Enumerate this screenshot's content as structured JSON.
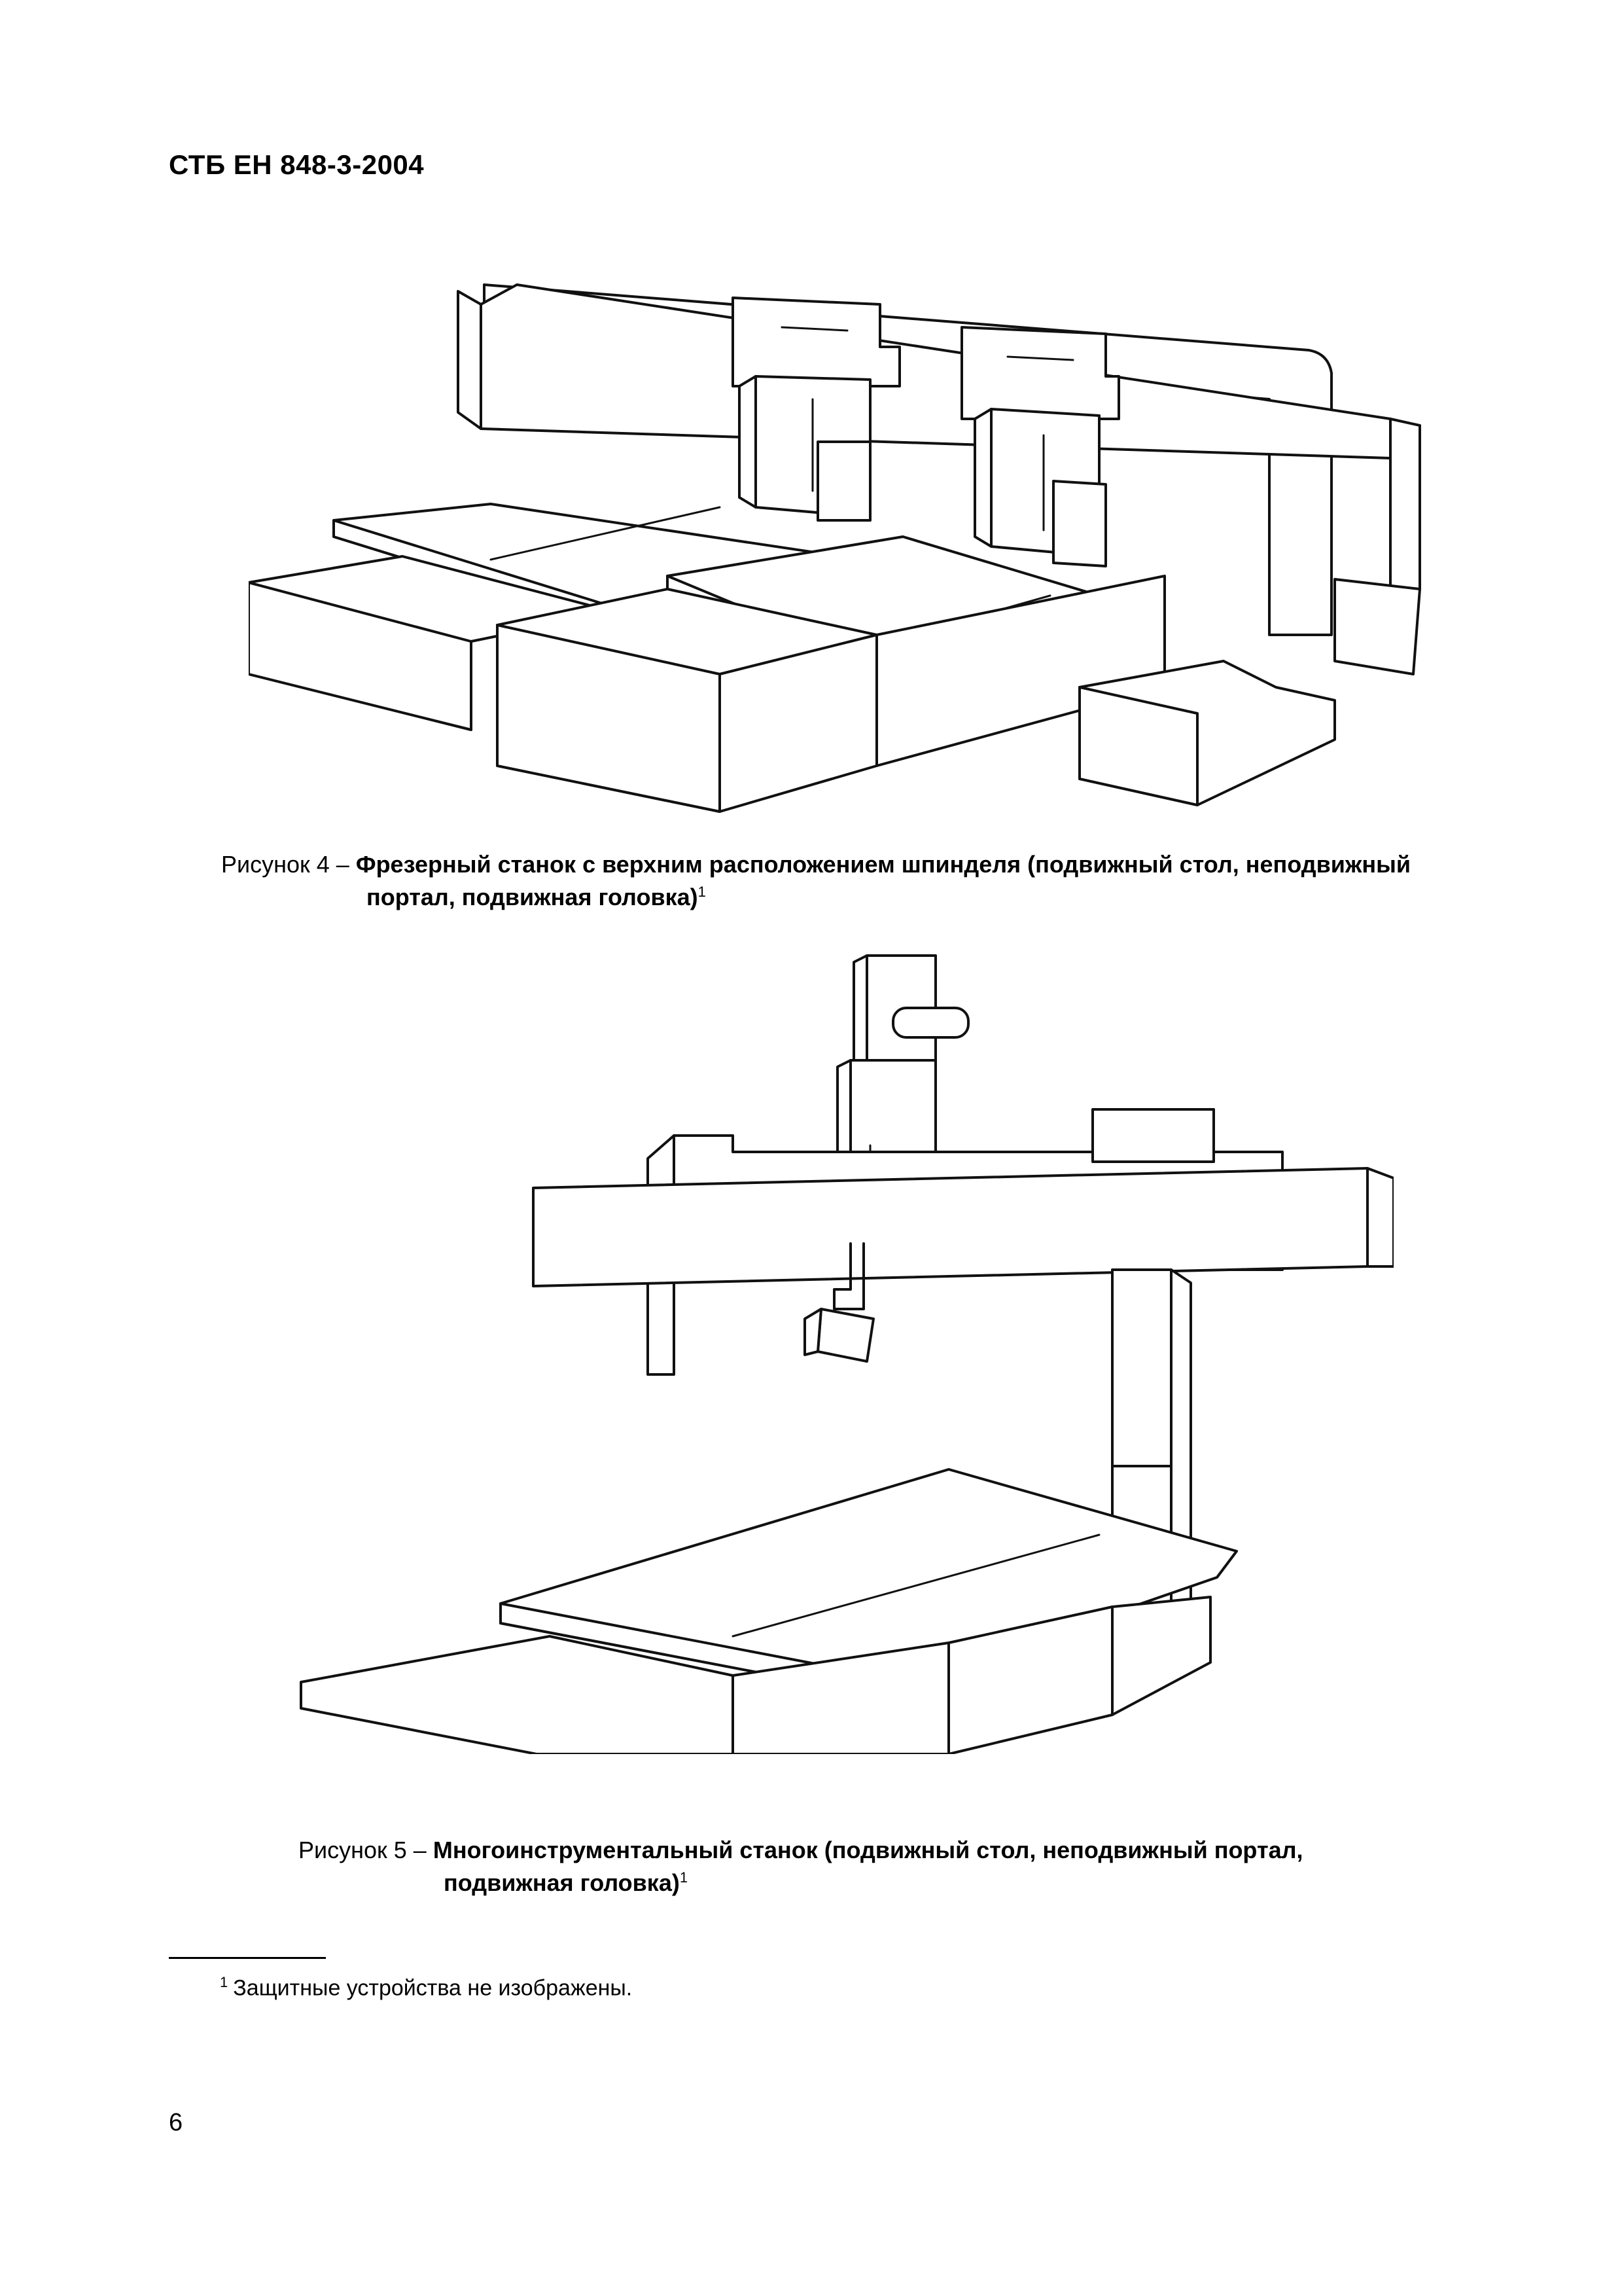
{
  "header": {
    "doc_id": "СТБ ЕН 848-3-2004"
  },
  "figure4": {
    "label": "Рисунок 4 –",
    "title_line1": "Фрезерный станок с верхним расположением шпинделя (подвижный стол, неподвижный",
    "title_line2": "портал, подвижная головка)",
    "footnote_ref": "1"
  },
  "figure5": {
    "label": "Рисунок 5 –",
    "title_line1": "Многоинструментальный станок (подвижный стол, неподвижный портал,",
    "title_line2": "подвижная головка)",
    "footnote_ref": "1"
  },
  "footnote": {
    "ref": "1",
    "text": "Защитные устройства не изображены."
  },
  "page_number": "6"
}
